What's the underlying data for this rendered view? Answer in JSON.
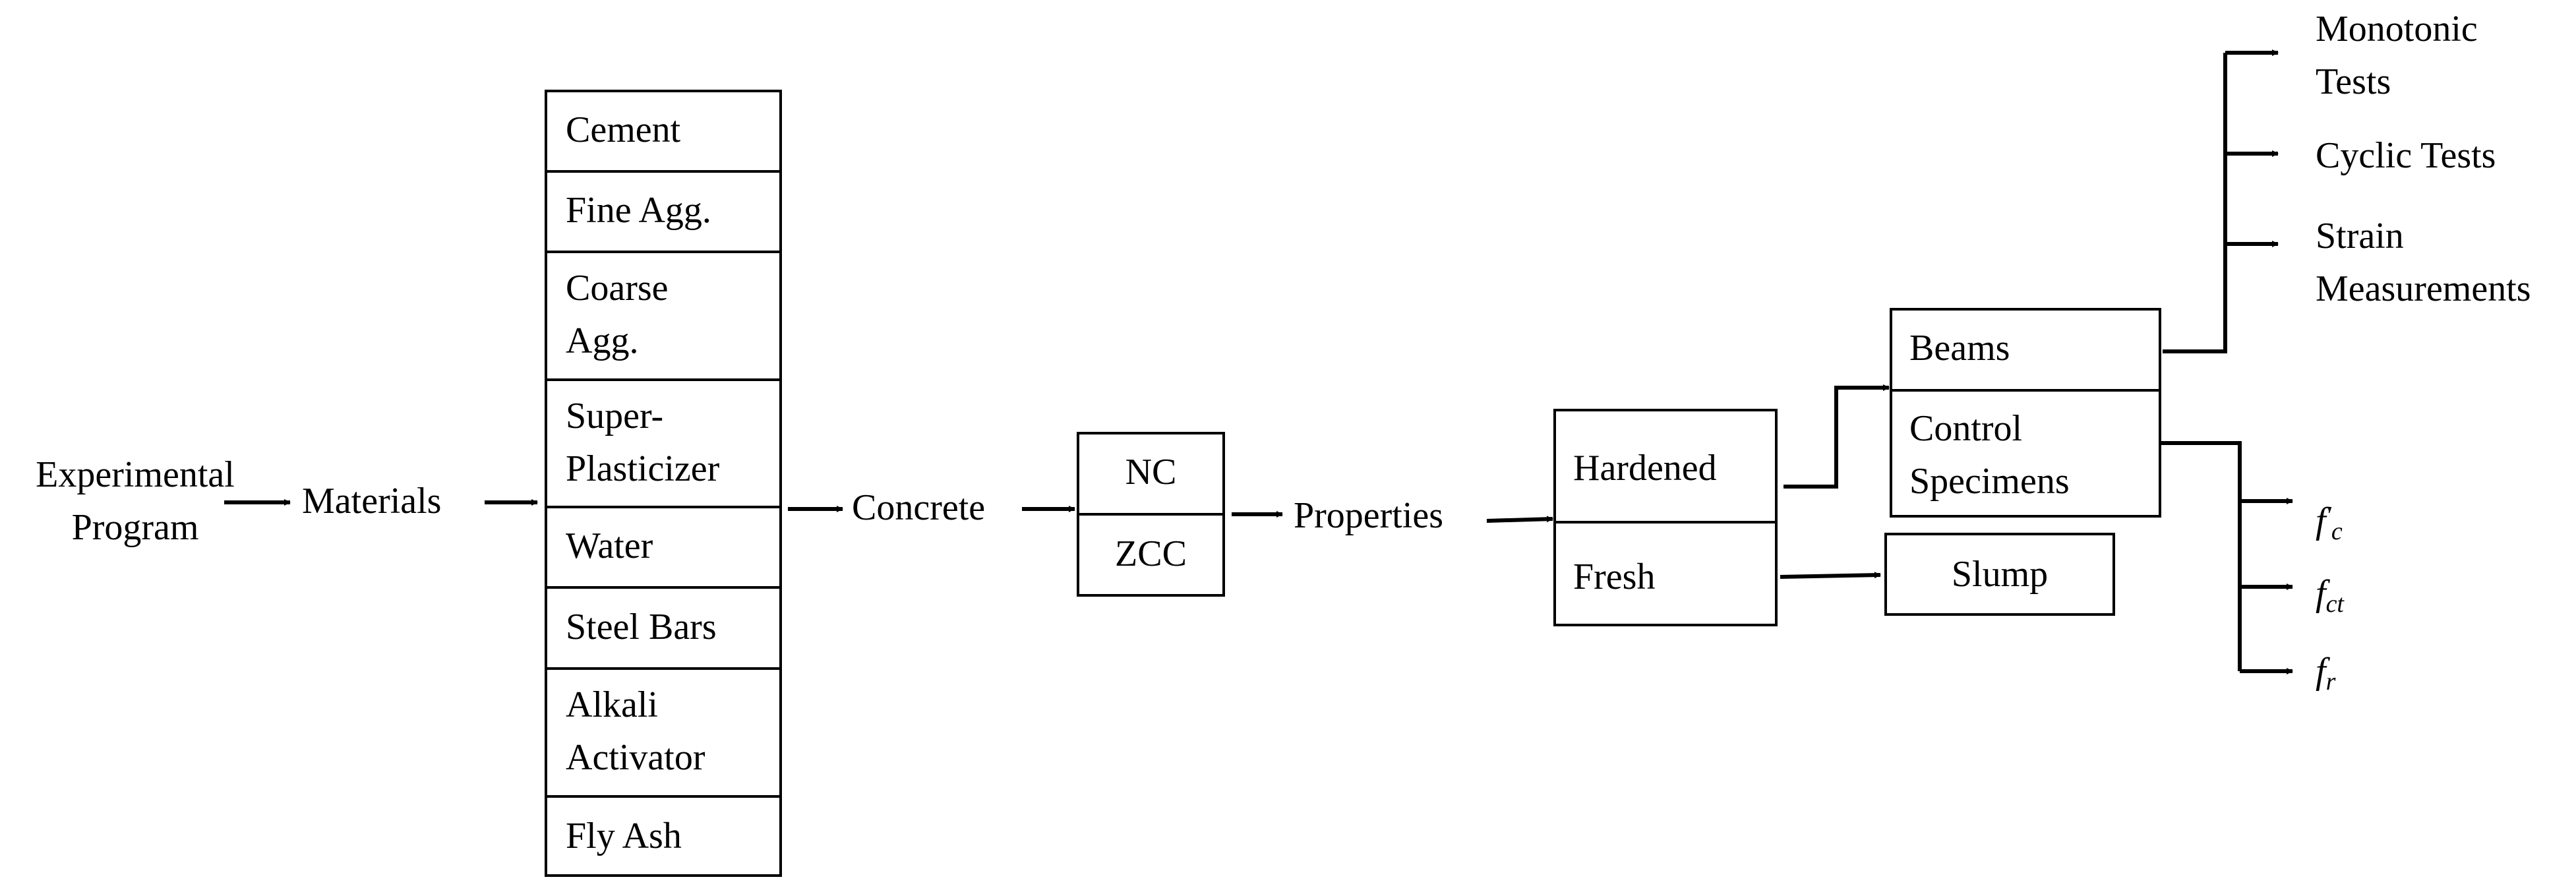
{
  "start": {
    "line1": "Experimental",
    "line2": "Program"
  },
  "materials": {
    "label": "Materials",
    "items": [
      {
        "lines": [
          "Cement"
        ]
      },
      {
        "lines": [
          "Fine Agg."
        ]
      },
      {
        "lines": [
          "Coarse",
          "Agg."
        ]
      },
      {
        "lines": [
          "Super-",
          "Plasticizer"
        ]
      },
      {
        "lines": [
          "Water"
        ]
      },
      {
        "lines": [
          "Steel Bars"
        ]
      },
      {
        "lines": [
          "Alkali",
          "Activator"
        ]
      },
      {
        "lines": [
          "Fly Ash"
        ]
      }
    ]
  },
  "concrete": {
    "label": "Concrete",
    "types": [
      "NC",
      "ZCC"
    ]
  },
  "properties": {
    "label": "Properties",
    "states": [
      "Hardened",
      "Fresh"
    ]
  },
  "hardened": {
    "items": [
      {
        "lines": [
          "Beams"
        ]
      },
      {
        "lines": [
          "Control",
          "Specimens"
        ]
      }
    ]
  },
  "fresh": {
    "test": "Slump"
  },
  "beam_tests": [
    {
      "lines": [
        "Monotonic",
        "Tests"
      ]
    },
    {
      "lines": [
        "Cyclic Tests"
      ]
    },
    {
      "lines": [
        "Strain",
        "Measurements"
      ]
    }
  ],
  "specimen_tests": {
    "fc": {
      "base": "f",
      "prime": "′",
      "sub": "c"
    },
    "fct": {
      "base": "f",
      "sub": "ct"
    },
    "fr": {
      "base": "f",
      "sub": "r"
    }
  }
}
